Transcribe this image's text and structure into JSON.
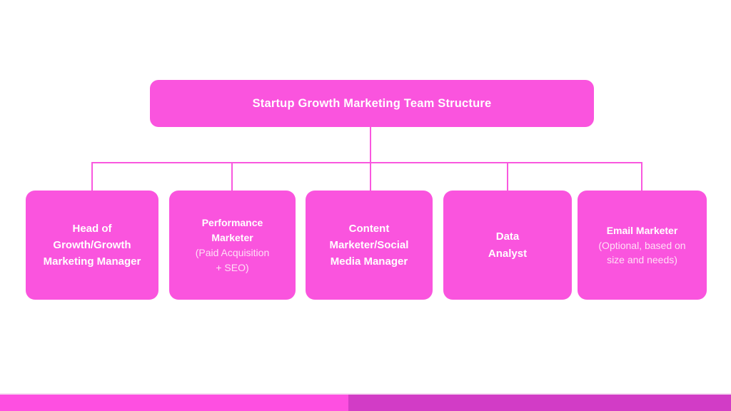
{
  "colors": {
    "background": "#FFFFFF",
    "node-fill": "#FA54DE",
    "connector": "#F958DF",
    "text-primary": "#FFFFFF",
    "text-secondary": "#FFDFF6",
    "footer-left": "#FE4FE1",
    "footer-right": "#D23CC6",
    "footer-hairline": "#F6DDF2"
  },
  "diagram": {
    "type": "org-chart",
    "title": "Startup Growth Marketing Team Structure",
    "nodes": [
      {
        "id": "head-of-growth",
        "primary": "Head of\nGrowth/Growth\nMarketing Manager",
        "secondary": ""
      },
      {
        "id": "performance-marketer",
        "primary": "Performance\nMarketer",
        "secondary": "(Paid Acquisition\n+ SEO)"
      },
      {
        "id": "content-marketer",
        "primary": "Content\nMarketer/Social\nMedia Manager",
        "secondary": ""
      },
      {
        "id": "data-analyst",
        "primary": "Data\nAnalyst",
        "secondary": ""
      },
      {
        "id": "email-marketer",
        "primary": "Email Marketer",
        "secondary": "(Optional, based on\nsize and needs)"
      }
    ]
  }
}
